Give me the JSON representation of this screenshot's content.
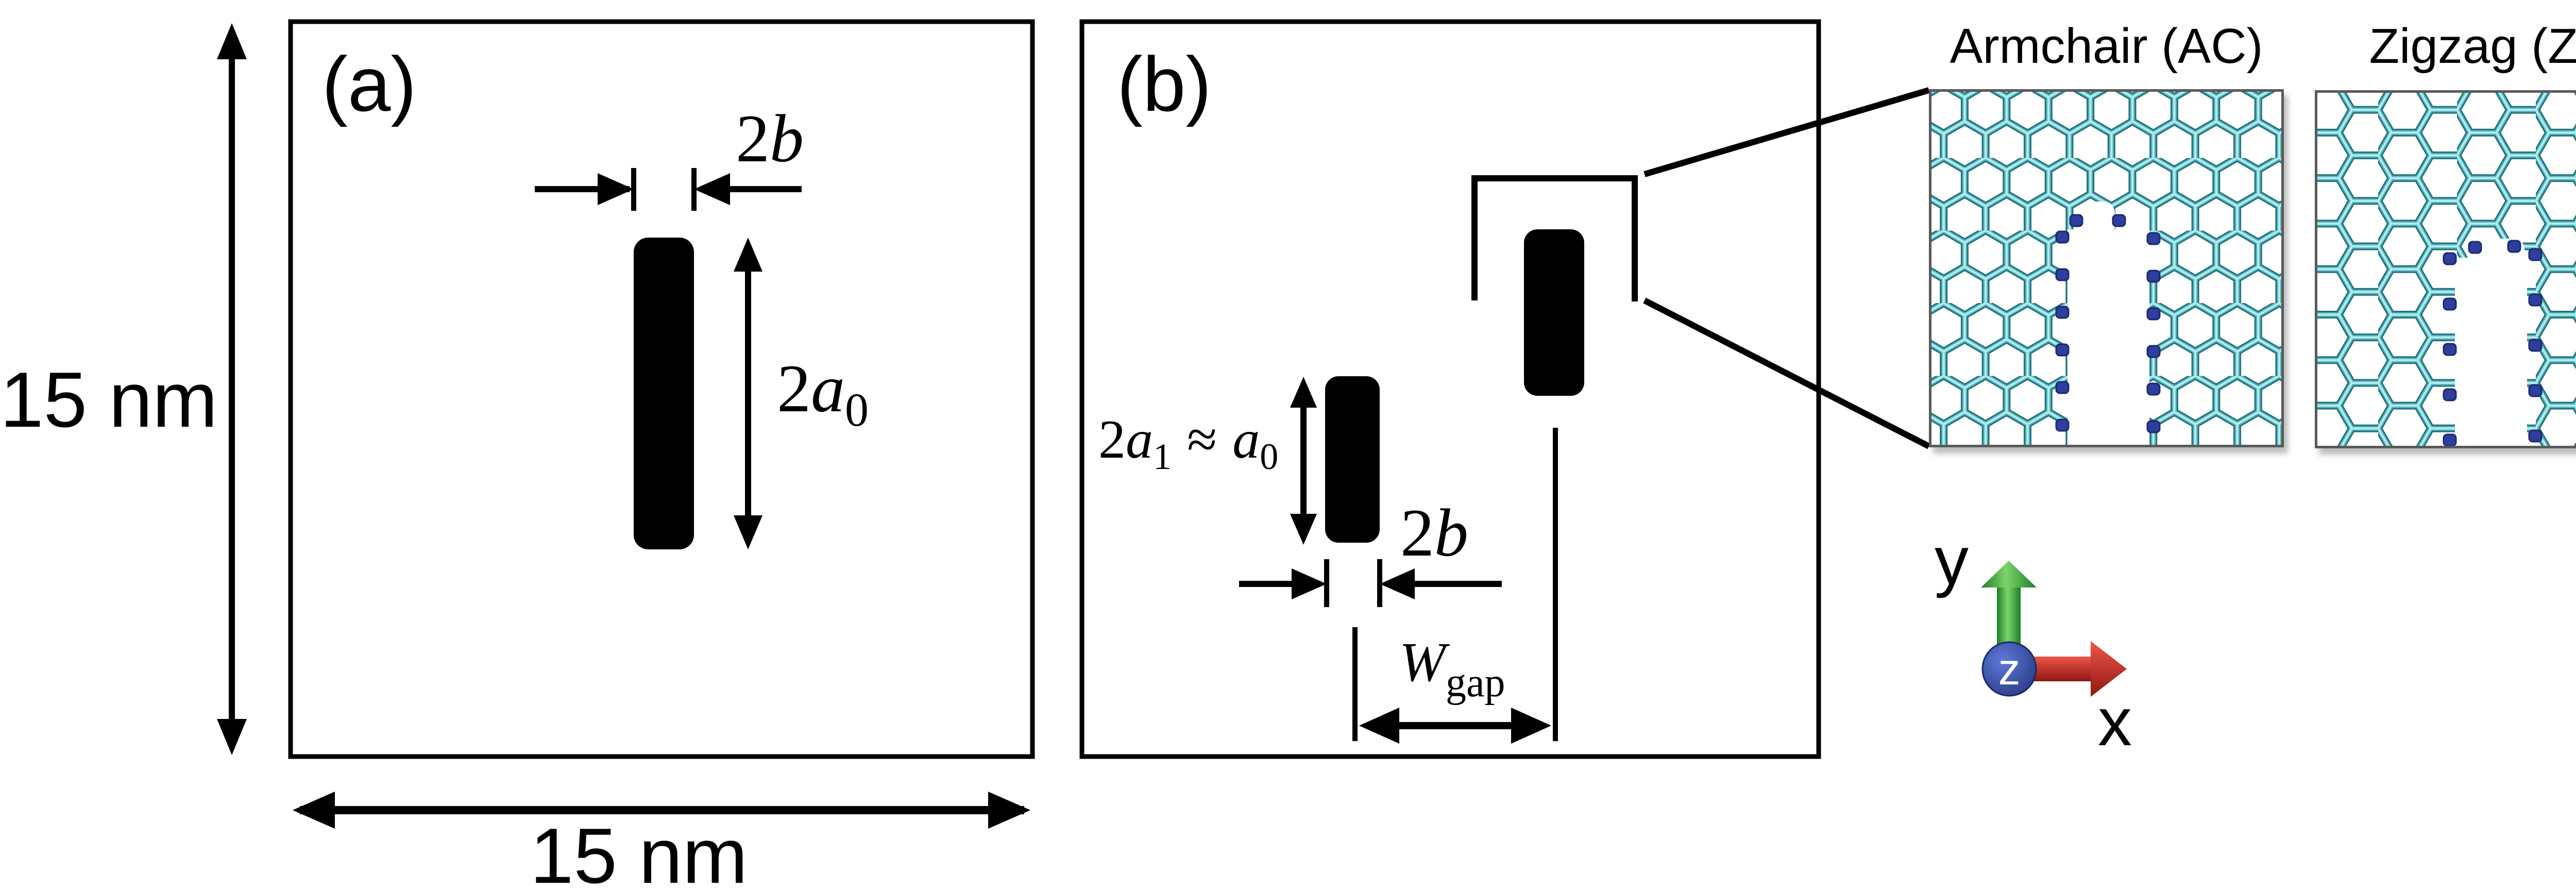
{
  "colors": {
    "ink": "#000000",
    "bond_outline": "#1f6e79",
    "bond_mid": "#4fb2bb",
    "bond_core": "#b5eaec",
    "atom_blue": "#2e3e9e",
    "atom_edge": "#1c2a6b",
    "inset_border": "#5a5a5a",
    "axis_green_light": "#7cd46a",
    "axis_green_dark": "#1e7c2b",
    "axis_red_light": "#ef5647",
    "axis_red_dark": "#8f1713",
    "axis_blue_light": "#5e7ada",
    "axis_blue_dark": "#22327b"
  },
  "panel_a": {
    "label": "(a)",
    "height_label": "15 nm",
    "width_label": "15 nm",
    "width_dim": {
      "num": "2",
      "var": "b"
    },
    "length_dim": {
      "num": "2",
      "var": "a",
      "sub": "0"
    }
  },
  "panel_b": {
    "label": "(b)",
    "length_dim": {
      "num": "2",
      "var": "a",
      "sub": "1",
      "approx": "≈",
      "var2": "a",
      "sub2": "0"
    },
    "width_dim": {
      "num": "2",
      "var": "b"
    },
    "gap_dim": {
      "var": "W",
      "sub": "gap"
    }
  },
  "insets": {
    "armchair_title": "Armchair (AC)",
    "zigzag_title": "Zigzag (ZZ)"
  },
  "axes": {
    "x_label": "x",
    "y_label": "y",
    "z_label": "z"
  }
}
